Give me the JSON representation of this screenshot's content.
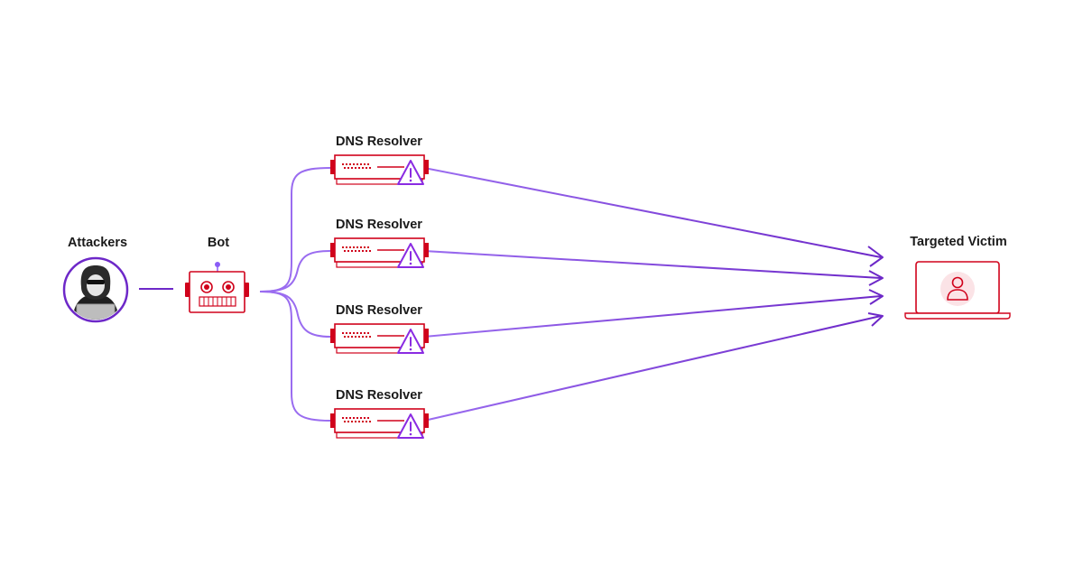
{
  "labels": {
    "attackers": "Attackers",
    "bot": "Bot",
    "resolvers": [
      "DNS Resolver",
      "DNS Resolver",
      "DNS Resolver",
      "DNS Resolver"
    ],
    "victim": "Targeted Victim"
  },
  "icons": {
    "attacker": "hooded-hacker-icon",
    "bot": "robot-icon",
    "resolver": "server-icon",
    "warning": "warning-triangle-icon",
    "victim": "laptop-user-icon"
  },
  "colors": {
    "purple": "#8a5cf6",
    "purple_dark": "#6d28c8",
    "red": "#d0021b",
    "red_light": "#fbe3e6",
    "text": "#1a1a1a"
  }
}
